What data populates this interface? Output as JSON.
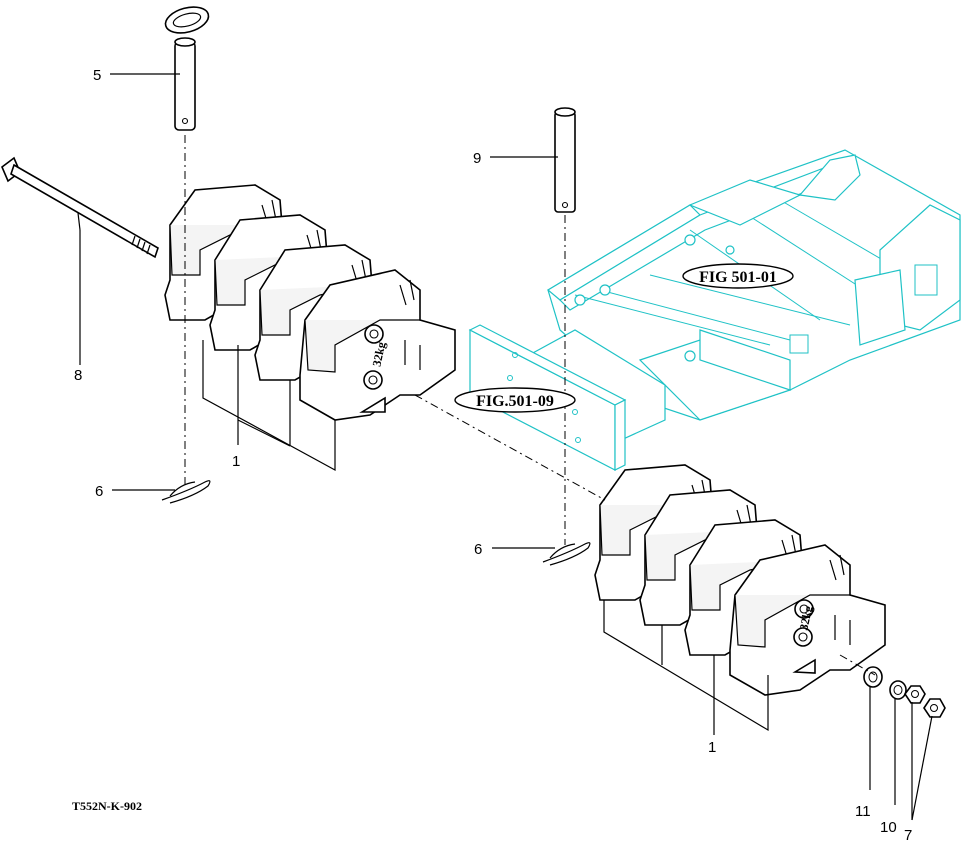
{
  "diagram": {
    "part_labels": {
      "p5": "5",
      "p9": "9",
      "p8": "8",
      "p1_left": "1",
      "p6_left": "6",
      "p6_right": "6",
      "p1_right": "1",
      "p11": "11",
      "p10": "10",
      "p7": "7"
    },
    "refs": {
      "fig_501_01": "FIG 501-01",
      "fig_501_09": "FIG.501-09"
    },
    "weight_marks": {
      "left": "32kg",
      "right": "32kg"
    },
    "drawing_code": "T552N-K-902",
    "colors": {
      "line": "#000000",
      "frame": "#1fc2c6",
      "background": "#ffffff"
    }
  }
}
